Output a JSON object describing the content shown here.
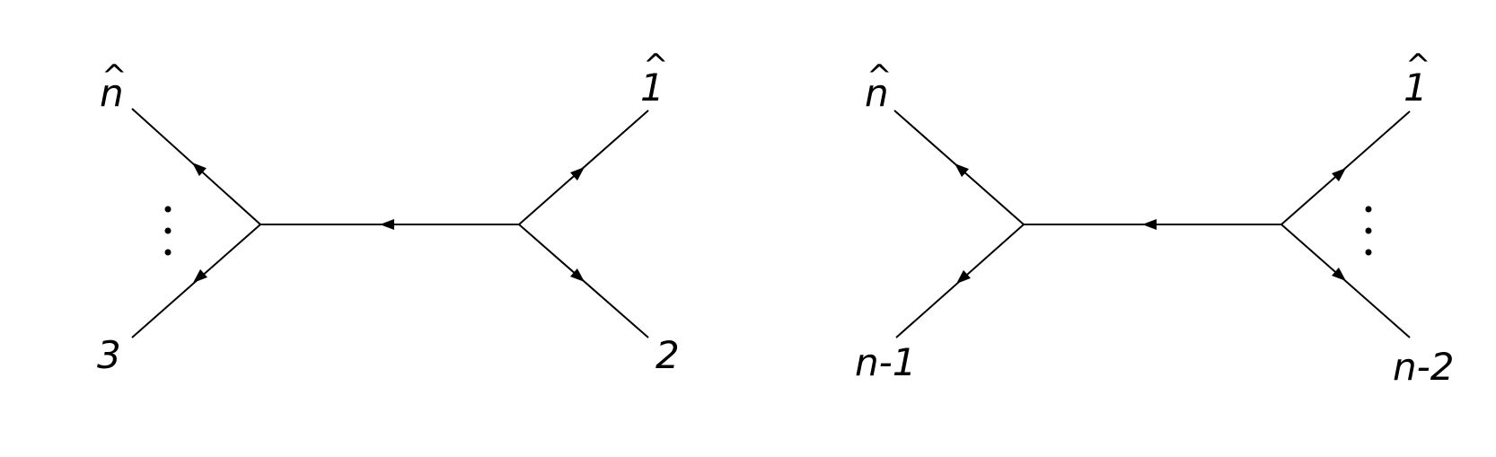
{
  "diagrams": [
    {
      "id": "left",
      "labels": {
        "top_left": "n",
        "top_left_hat": "^",
        "bottom_left": "3",
        "top_right": "1",
        "top_right_hat": "^",
        "bottom_right": "2"
      },
      "ellipsis_side": "left"
    },
    {
      "id": "right",
      "labels": {
        "top_left": "n",
        "top_left_hat": "^",
        "bottom_left": "n-1",
        "top_right": "1",
        "top_right_hat": "^",
        "bottom_right": "n-2"
      },
      "ellipsis_side": "right"
    }
  ],
  "colors": {
    "line": "#000000",
    "background": "#ffffff"
  }
}
